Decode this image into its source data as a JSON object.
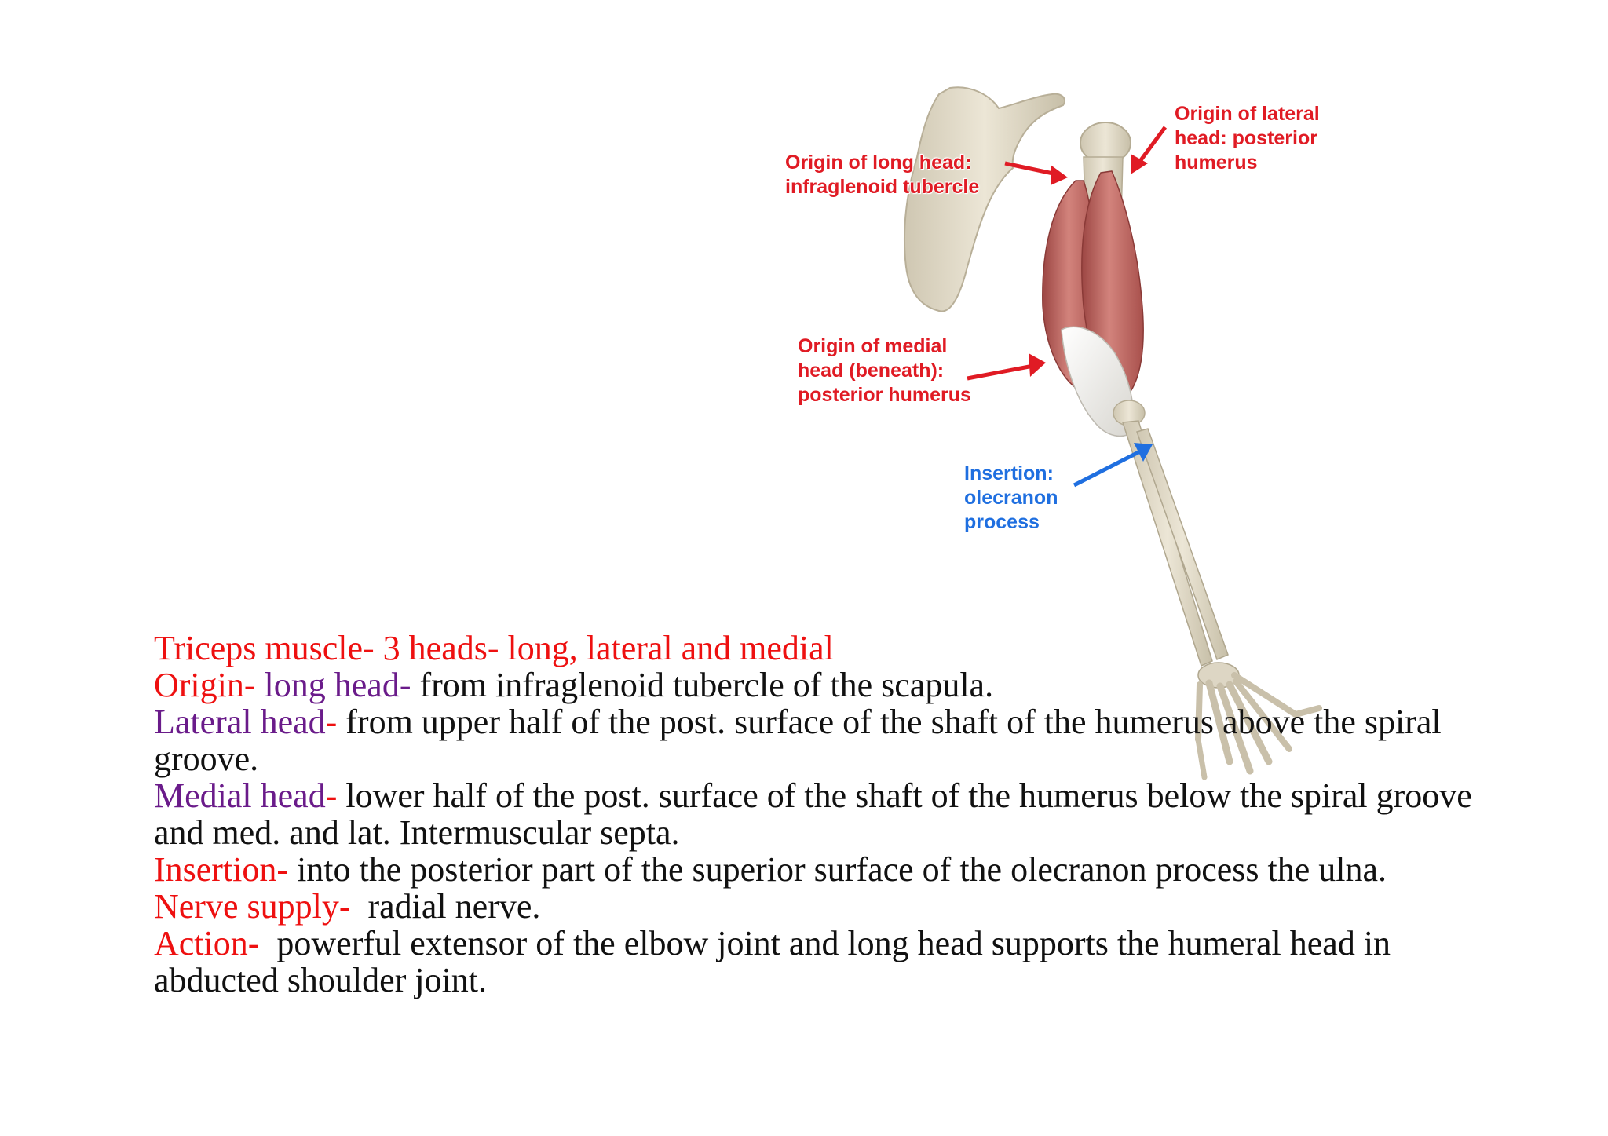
{
  "figure": {
    "callouts": {
      "long_head": [
        "Origin of long head:",
        "infraglenoid tubercle"
      ],
      "lateral_head": [
        "Origin of lateral",
        "head: posterior",
        "humerus"
      ],
      "medial_head": [
        "Origin of medial",
        "head (beneath):",
        "posterior humerus"
      ],
      "insertion": [
        "Insertion:",
        "olecranon",
        "process"
      ]
    },
    "colors": {
      "callout_red": "#e01b24",
      "callout_blue": "#1f6fe0",
      "bone": "#e2dccb",
      "muscle": "#c76a66"
    }
  },
  "notes": {
    "line1": {
      "red": "Triceps muscle- 3 heads- long, lateral and medial"
    },
    "origin": {
      "label": "Origin-",
      "sub": "long head",
      "dash": "-",
      "text": " from infraglenoid tubercle of the scapula."
    },
    "lateral": {
      "label": "Lateral head",
      "dash": "-",
      "text": " from upper half of the post. surface of the shaft of the humerus above the spiral groove."
    },
    "medial": {
      "label": "Medial head",
      "dash": "-",
      "text": " lower half of the post. surface of the shaft of the humerus below the spiral groove and med. and lat. Intermuscular septa."
    },
    "insertion": {
      "label": "Insertion-",
      "text": " into the posterior part of the superior surface of the olecranon process the ulna."
    },
    "nerve": {
      "label": "Nerve supply-",
      "text": "  radial nerve."
    },
    "action": {
      "label": "Action-",
      "text": "  powerful extensor of the elbow joint and long head supports the humeral head in abducted shoulder joint."
    }
  }
}
